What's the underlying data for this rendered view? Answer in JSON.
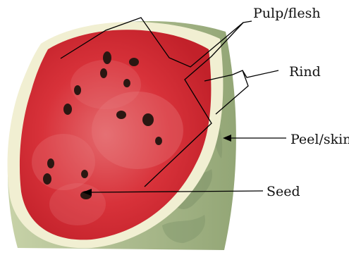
{
  "labels": {
    "pulp": "Pulp/flesh",
    "rind": "Rind",
    "peel": "Peel/skin",
    "seed": "Seed"
  },
  "colors": {
    "background": "#ffffff",
    "flesh": "#d8323a",
    "flesh_light": "#e9777c",
    "rind": "#f2f1d8",
    "peel": "#a9b98a",
    "seed": "#2b1712",
    "line": "#000000"
  }
}
